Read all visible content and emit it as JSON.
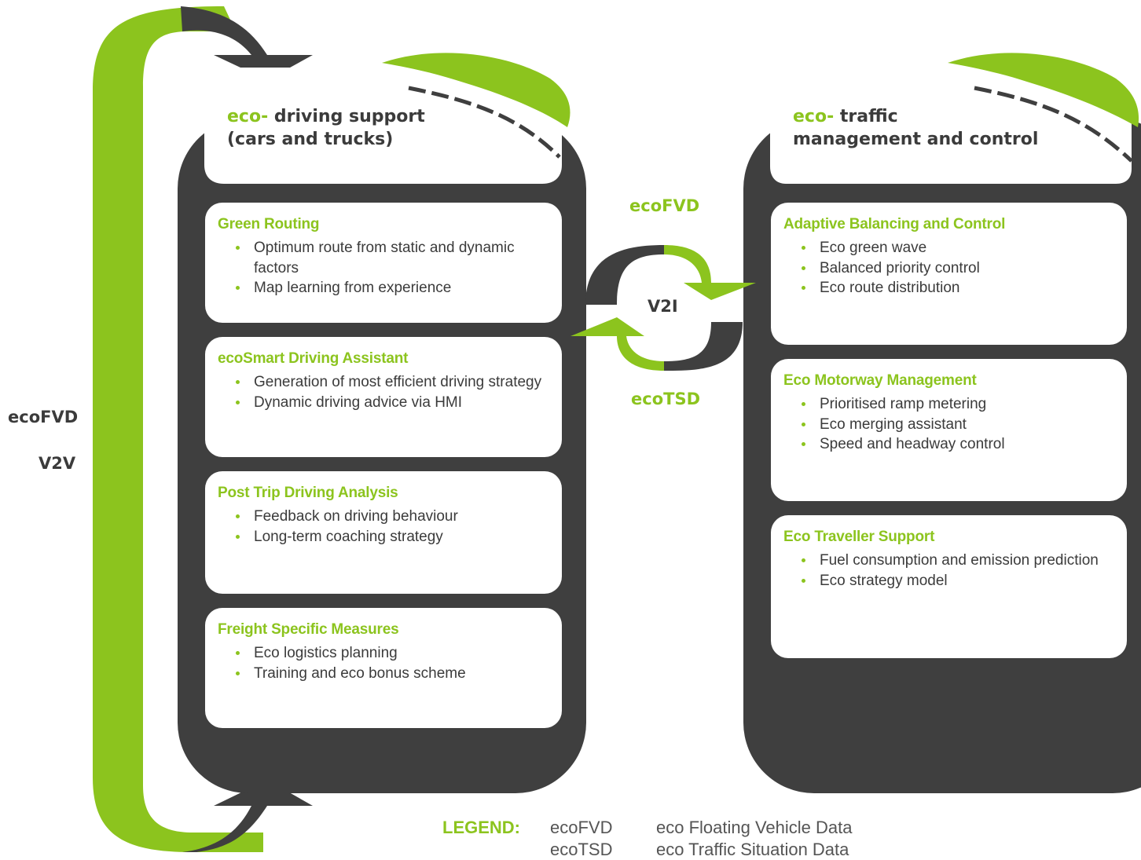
{
  "colors": {
    "green": "#8cc41e",
    "dark": "#3f3f3f",
    "text": "#3b3b3b",
    "white": "#ffffff"
  },
  "left_panel": {
    "title_prefix": "eco-",
    "title_main": "driving support",
    "title_line2": "(cars and trucks)",
    "cards": [
      {
        "title": "Green Routing",
        "items": [
          "Optimum route from static and dynamic factors",
          "Map learning from experience"
        ]
      },
      {
        "title": "ecoSmart Driving Assistant",
        "items": [
          "Generation of  most efficient driving strategy",
          "Dynamic driving advice via HMI"
        ]
      },
      {
        "title": "Post Trip Driving Analysis",
        "items": [
          "Feedback on driving behaviour",
          "Long-term coaching strategy"
        ]
      },
      {
        "title": "Freight Specific Measures",
        "items": [
          "Eco logistics planning",
          "Training and eco bonus scheme"
        ]
      }
    ]
  },
  "right_panel": {
    "title_prefix": "eco-",
    "title_main": "traffic",
    "title_line2": "management and control",
    "cards": [
      {
        "title": "Adaptive Balancing and Control",
        "items": [
          "Eco green wave",
          "Balanced priority control",
          "Eco route distribution"
        ]
      },
      {
        "title": "Eco Motorway Management",
        "items": [
          "Prioritised ramp metering",
          "Eco merging assistant",
          "Speed and headway control"
        ]
      },
      {
        "title": "Eco Traveller Support",
        "items": [
          "Fuel consumption and emission prediction",
          "Eco strategy model"
        ]
      }
    ]
  },
  "links": {
    "left_top": "ecoFVD",
    "left_bottom": "V2V",
    "center_top": "ecoFVD",
    "center_mid": "V2I",
    "center_bottom": "ecoTSD"
  },
  "legend": {
    "label": "LEGEND:",
    "entries": [
      {
        "abbr": "ecoFVD",
        "meaning": "eco Floating Vehicle Data"
      },
      {
        "abbr": "ecoTSD",
        "meaning": "eco Traffic Situation Data"
      }
    ]
  }
}
